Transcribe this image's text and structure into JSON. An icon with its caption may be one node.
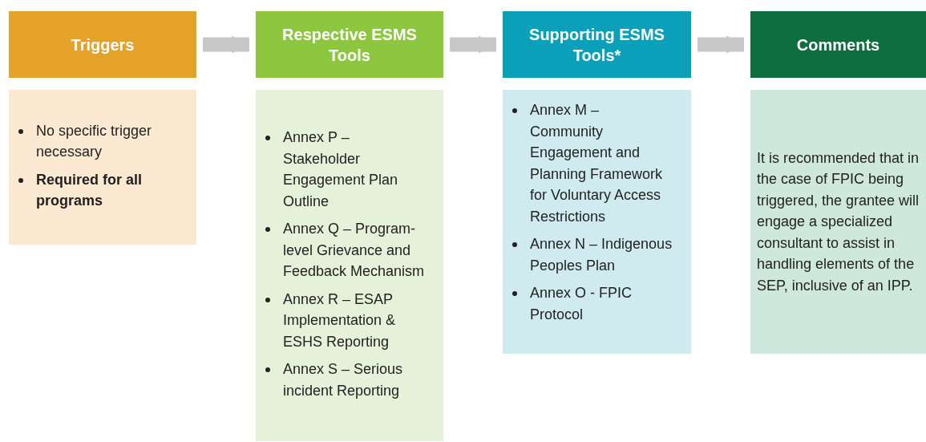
{
  "diagram": {
    "nodes": [
      {
        "text": [
          "Triggers"
        ]
      },
      {
        "text": [
          "No specific trigger necessary",
          "**Required for all programs**"
        ]
      },
      {
        "text": [
          "Respective ESMS Tools"
        ]
      },
      {
        "text": [
          "Annex P – Stakeholder Engagement Plan Outline",
          "Annex Q – Program-level Grievance and Feedback Mechanism",
          "Annex R – ESAP Implementation & ESHS Reporting",
          "Annex S – Serious incident Reporting"
        ]
      },
      {
        "text": [
          "Supporting ESMS Tools*"
        ]
      },
      {
        "text": [
          "Annex M – Community Engagement and Planning Framework for Voluntary Access Restrictions",
          "Annex N – Indigenous Peoples Plan",
          "Annex O - FPIC Protocol"
        ]
      },
      {
        "text": [
          "Comments"
        ]
      },
      {
        "text": [
          "It is recommended that in the case of FPIC being triggered, the grantee will engage a specialized consultant to assist in handling elements of the SEP, inclusive of an IPP."
        ]
      }
    ],
    "edges": [
      {
        "from": 0,
        "to": 2,
        "arrow": "to"
      },
      {
        "from": 2,
        "to": 4,
        "arrow": "to"
      },
      {
        "from": 4,
        "to": 6,
        "arrow": "to"
      }
    ]
  }
}
